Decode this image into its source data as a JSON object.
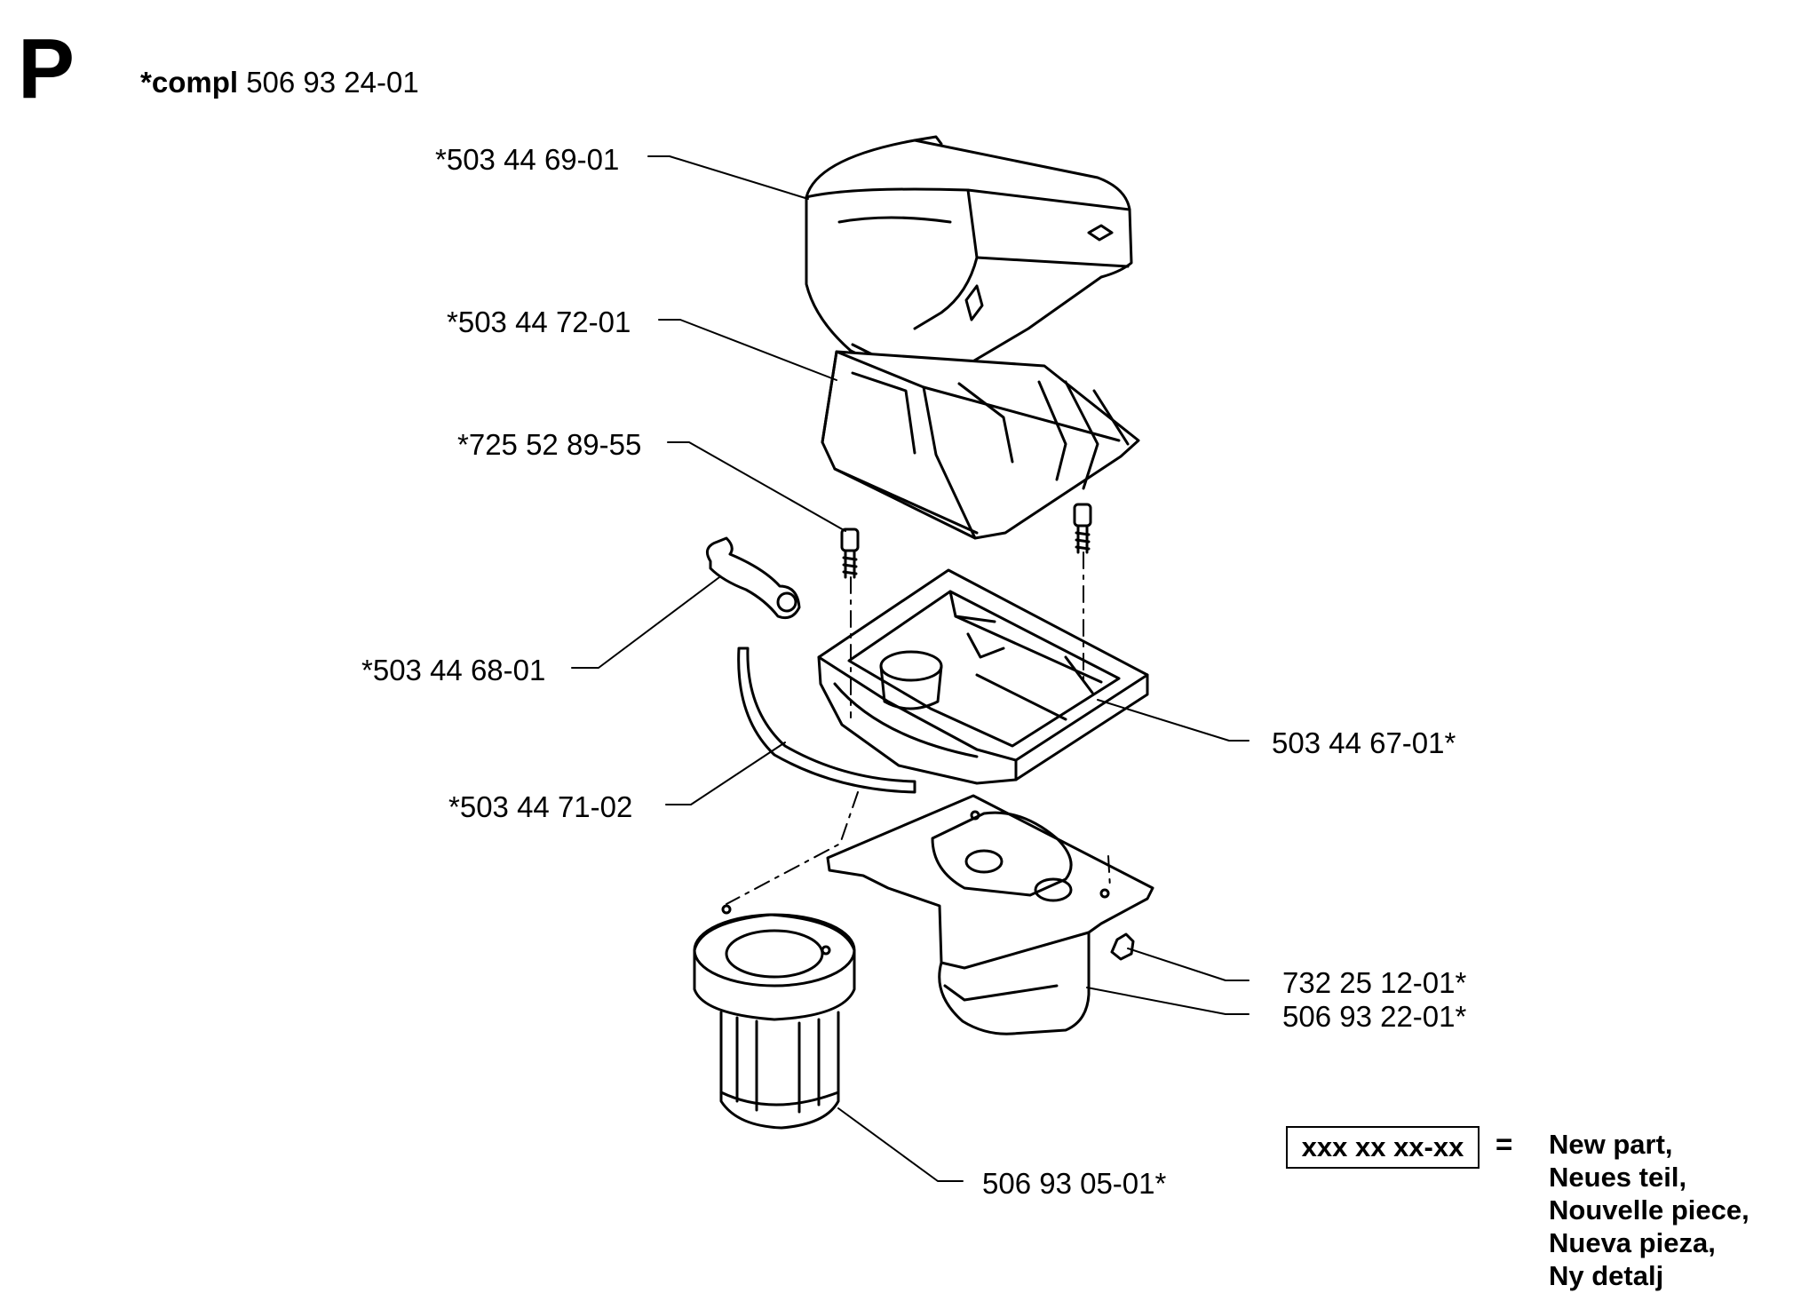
{
  "section": {
    "letter": "P"
  },
  "assembly": {
    "prefix": "*compl",
    "number": "506 93 24-01"
  },
  "callouts": {
    "air_filter_cover": "*503 44 69-01",
    "filter_element_upper": "*503 44 72-01",
    "cover_screw": "*725 52 89-55",
    "clip": "*503 44 68-01",
    "seal_strip": "*503 44 71-02",
    "filter_holder": "503 44 67-01*",
    "nut": "732 25 12-01*",
    "intake_adapter": "506 93 22-01*",
    "pre_filter": "506 93 05-01*"
  },
  "legend": {
    "sample": "xxx xx xx-xx",
    "equals": "=",
    "lines": [
      "New part,",
      "Neues teil,",
      "Nouvelle piece,",
      "Nueva pieza,",
      "Ny detalj"
    ]
  }
}
